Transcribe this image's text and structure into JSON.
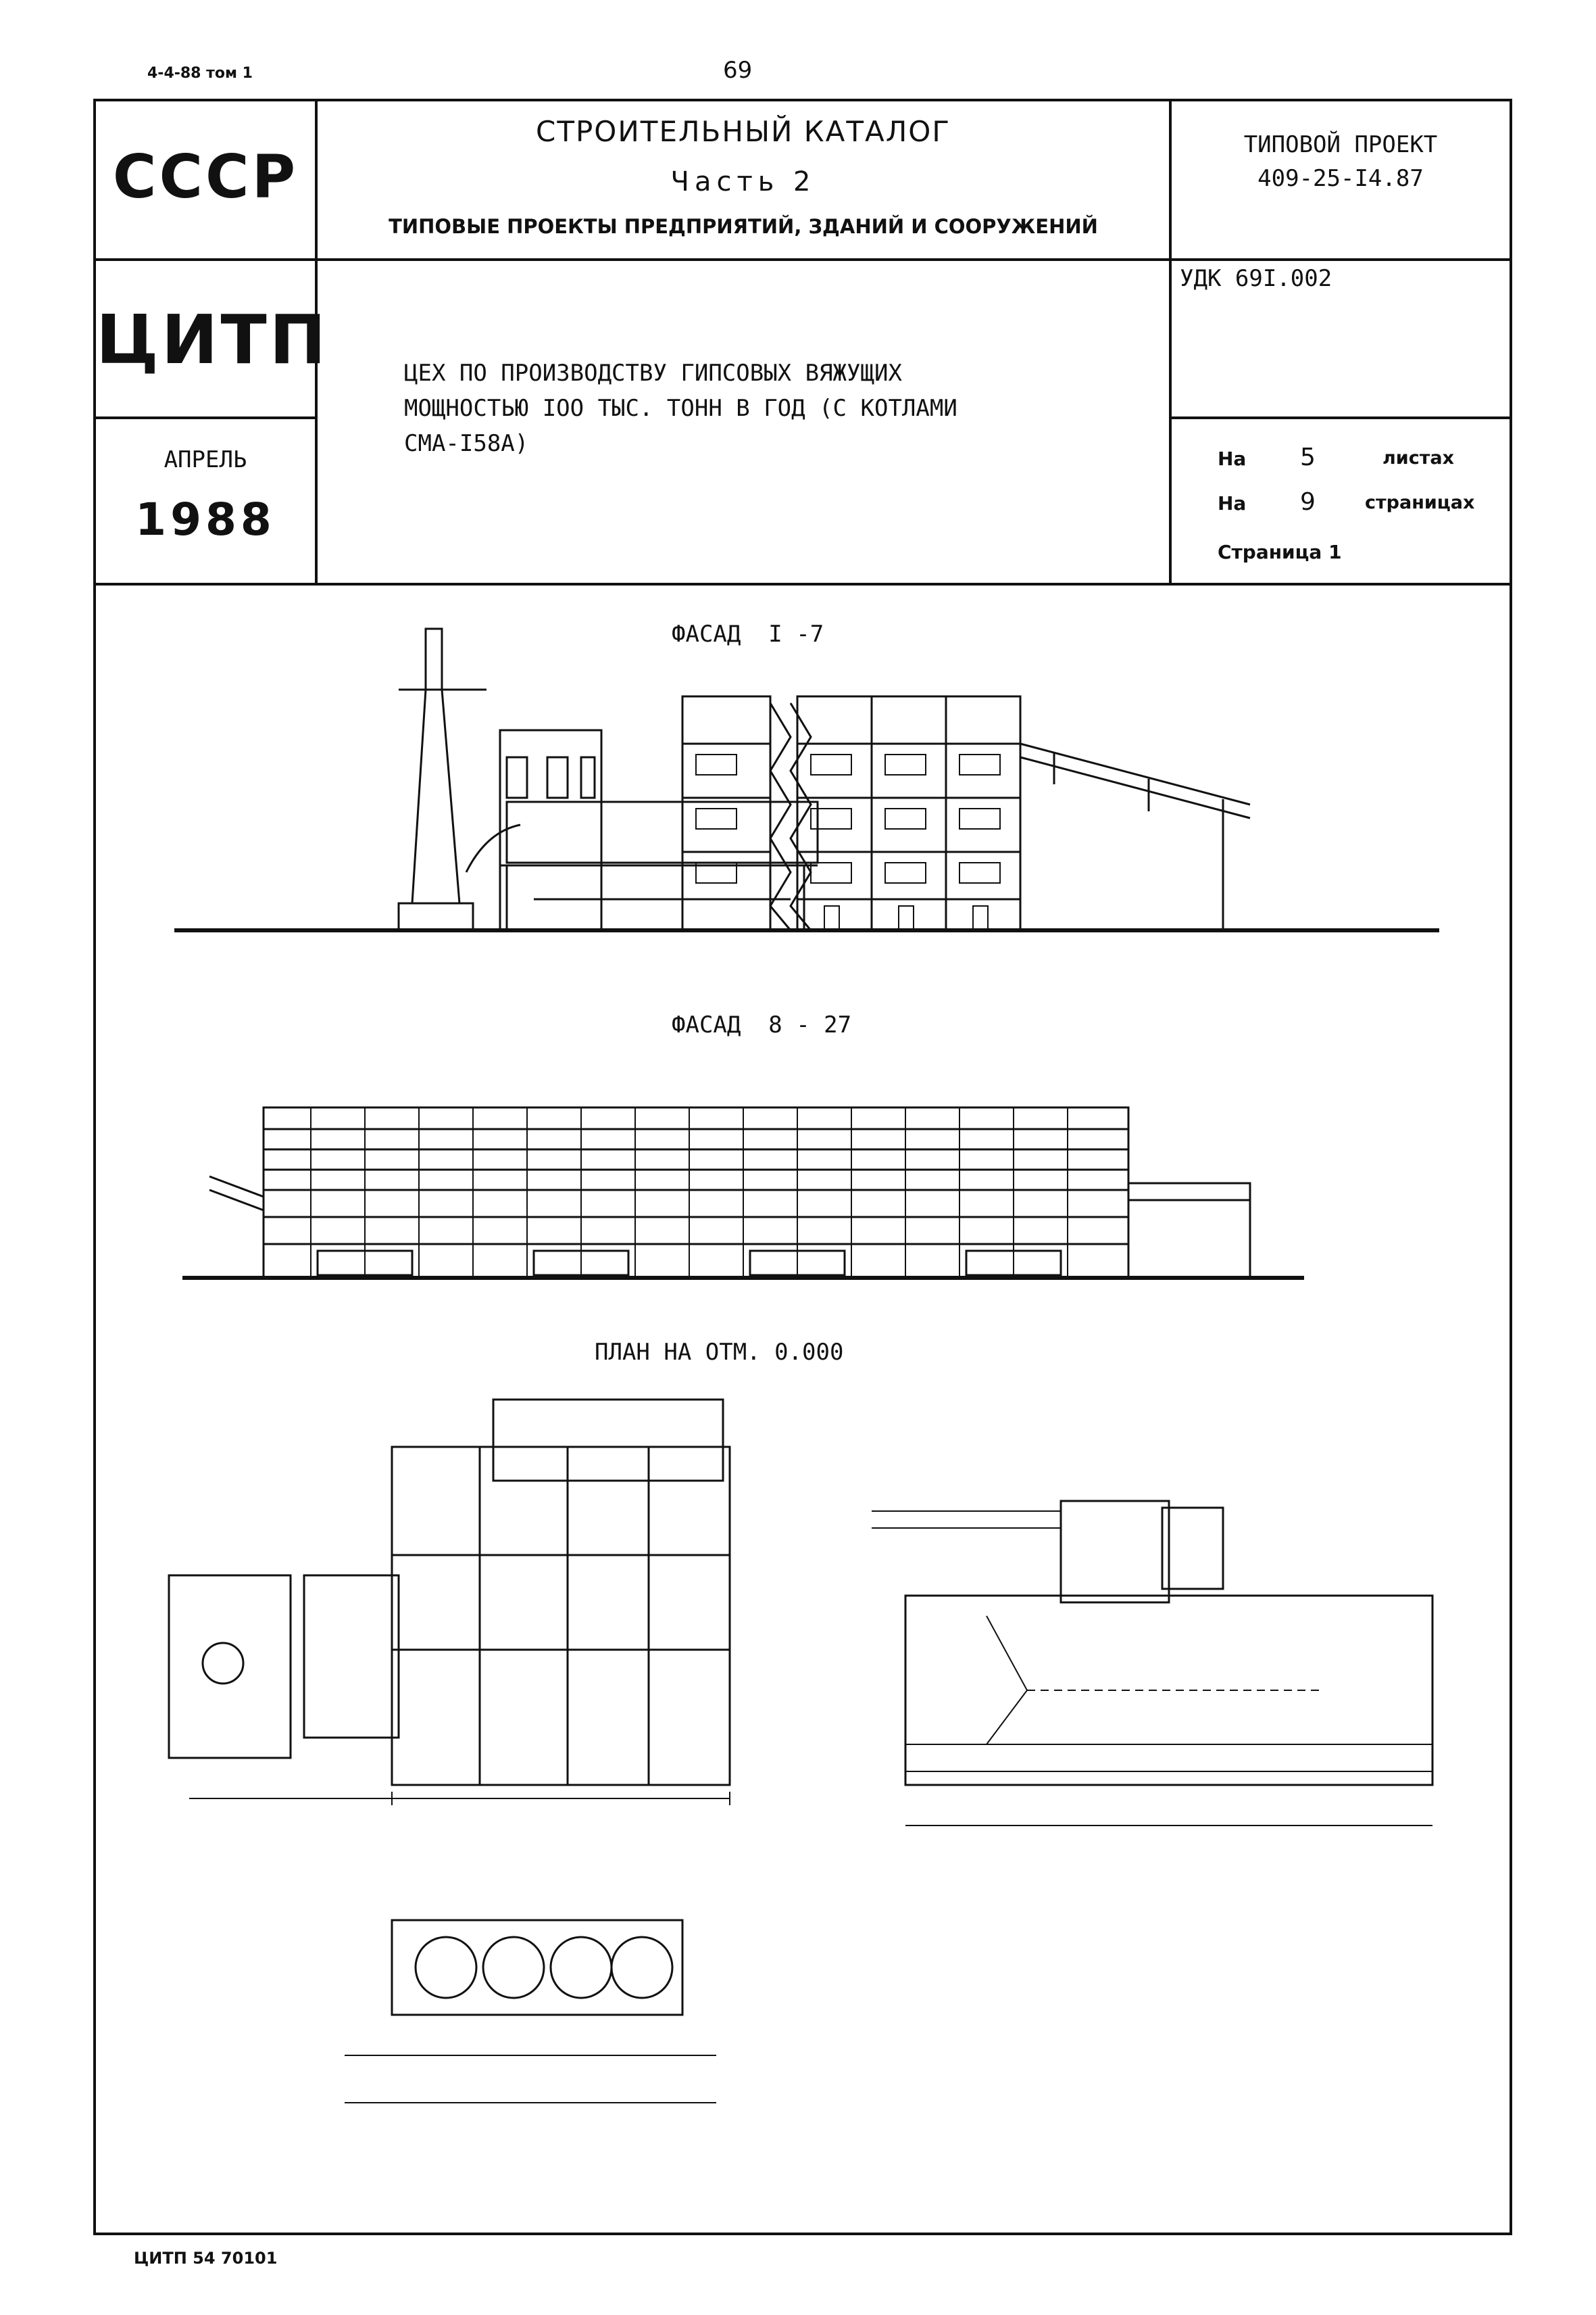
{
  "top": {
    "series_label": "4-4-88 том 1",
    "page_number": "69"
  },
  "title_block": {
    "org_left": "СССР",
    "catalog_title": "СТРОИТЕЛЬНЫЙ КАТАЛОГ",
    "catalog_part": "Часть 2",
    "catalog_subtitle": "ТИПОВЫЕ ПРОЕКТЫ ПРЕДПРИЯТИЙ, ЗДАНИЙ И СООРУЖЕНИЙ",
    "project_label": "ТИПОВОЙ ПРОЕКТ",
    "project_number": "409-25-I4.87",
    "org_cnt": "ЦИТП",
    "udk": "УДК 69I.002",
    "description_line1": "ЦЕХ ПО ПРОИЗВОДСТВУ ГИПСОВЫХ ВЯЖУЩИХ",
    "description_line2": "МОЩНОСТЬЮ IOO ТЫС. ТОНН В ГОД (С КОТЛАМИ",
    "description_line3": "СМА-I58А)",
    "month": "АПРЕЛЬ",
    "year": "1988",
    "sheets_prefix": "На",
    "sheets_count": "5",
    "sheets_suffix": "листах",
    "pages_prefix": "На",
    "pages_count": "9",
    "pages_suffix": "страницах",
    "page_label": "Страница 1"
  },
  "drawings": {
    "facade1_title": "ФАСАД  I -7",
    "facade2_title": "ФАСАД  8 - 27",
    "plan_title": "ПЛАН НА ОТМ. 0.000"
  },
  "footer": {
    "code": "ЦИТП 54 70101"
  }
}
